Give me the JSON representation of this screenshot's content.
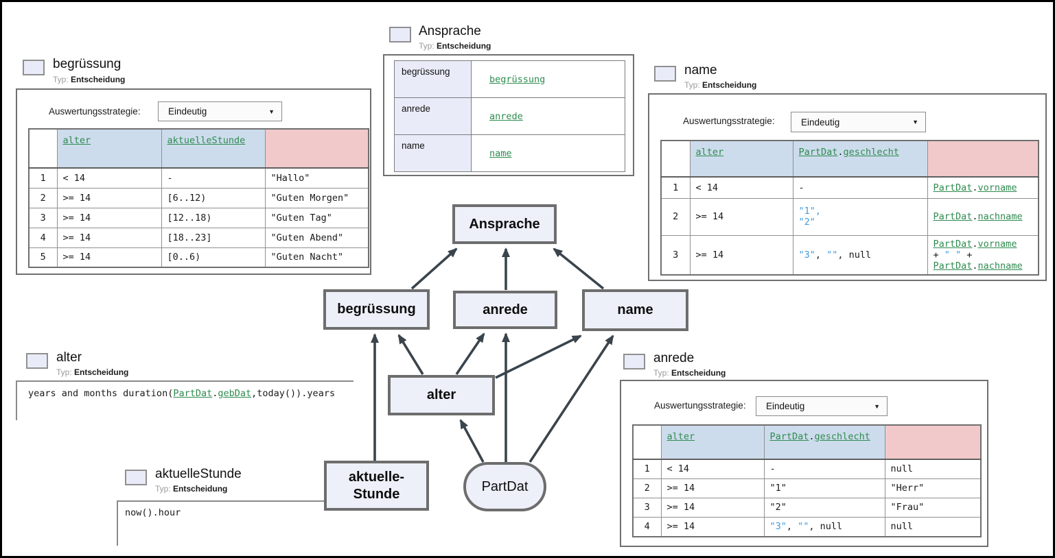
{
  "colors": {
    "header_input_blue": "#cddcec",
    "header_output_pink": "#f1c9ca",
    "link_green": "#2e8b4f",
    "string_blue": "#3f9be0",
    "node_fill": "#edf0f9",
    "node_border": "#6d6d6d",
    "arrow": "#3a444c"
  },
  "begruessung_panel": {
    "title": "begrüssung",
    "typ_label": "Typ:",
    "typ_value": "Entscheidung",
    "strategy_label": "Auswertungsstrategie:",
    "strategy_value": "Eindeutig",
    "dropdown_arrow": "▼",
    "col_alter": "alter",
    "col_stunde": "aktuelleStunde",
    "rows": [
      {
        "num": "1",
        "alter": "< 14",
        "stunde": "-",
        "out": "\"Hallo\""
      },
      {
        "num": "2",
        "alter": ">= 14",
        "stunde": "[6..12)",
        "out": "\"Guten Morgen\""
      },
      {
        "num": "3",
        "alter": ">= 14",
        "stunde": "[12..18)",
        "out": "\"Guten Tag\""
      },
      {
        "num": "4",
        "alter": ">= 14",
        "stunde": "[18..23]",
        "out": "\"Guten Abend\""
      },
      {
        "num": "5",
        "alter": ">= 14",
        "stunde": "[0..6)",
        "out": "\"Guten Nacht\""
      }
    ]
  },
  "ansprache_panel": {
    "title": "Ansprache",
    "typ_label": "Typ:",
    "typ_value": "Entscheidung",
    "rows": [
      {
        "label": "begrüssung",
        "link": "begrüssung"
      },
      {
        "label": "anrede",
        "link": "anrede"
      },
      {
        "label": "name",
        "link": "name"
      }
    ]
  },
  "name_panel": {
    "title": "name",
    "typ_label": "Typ:",
    "typ_value": "Entscheidung",
    "strategy_label": "Auswertungsstrategie:",
    "strategy_value": "Eindeutig",
    "dropdown_arrow": "▼",
    "col_alter": "alter",
    "col_g_part": "PartDat",
    "col_g_dot": ".",
    "col_g_field": "geschlecht",
    "rows": [
      {
        "num": "1",
        "alter": "< 14",
        "g_plain": "-",
        "out_part": "PartDat",
        "out_dot": ".",
        "out_field": "vorname"
      },
      {
        "num": "2",
        "alter": ">= 14",
        "g_line1": "\"1\",",
        "g_line2": "\"2\"",
        "out_part": "PartDat",
        "out_dot": ".",
        "out_field": "nachname"
      },
      {
        "num": "3",
        "alter": ">= 14",
        "g_s1": "\"3\"",
        "g_sep1": ", ",
        "g_s2": "\"\"",
        "g_sep2": ", null",
        "out_l1_part": "PartDat",
        "out_l1_dot": ".",
        "out_l1_field": "vorname",
        "out_op1": "+ ",
        "out_str": "\" \"",
        "out_op2": " +",
        "out_l2_part": "PartDat",
        "out_l2_dot": ".",
        "out_l2_field": "nachname"
      }
    ]
  },
  "anrede_panel": {
    "title": "anrede",
    "typ_label": "Typ:",
    "typ_value": "Entscheidung",
    "strategy_label": "Auswertungsstrategie:",
    "strategy_value": "Eindeutig",
    "dropdown_arrow": "▼",
    "col_alter": "alter",
    "col_g_part": "PartDat",
    "col_g_dot": ".",
    "col_g_field": "geschlecht",
    "rows": [
      {
        "num": "1",
        "alter": "< 14",
        "g_plain": "-",
        "out_plain": "null"
      },
      {
        "num": "2",
        "alter": ">= 14",
        "g_str": "\"1\"",
        "out_str": "\"Herr\""
      },
      {
        "num": "3",
        "alter": ">= 14",
        "g_str": "\"2\"",
        "out_str": "\"Frau\""
      },
      {
        "num": "4",
        "alter": ">= 14",
        "g_s1": "\"3\"",
        "g_sep1": ", ",
        "g_s2": "\"\"",
        "g_sep2": ", null",
        "out_plain": "null"
      }
    ]
  },
  "alter_panel": {
    "title": "alter",
    "typ_label": "Typ:",
    "typ_value": "Entscheidung",
    "expr_pre": "years and months duration(",
    "expr_link1": "PartDat",
    "expr_dot": ".",
    "expr_link2": "gebDat",
    "expr_post": ",today()).years"
  },
  "stunde_panel": {
    "title": "aktuelleStunde",
    "typ_label": "Typ:",
    "typ_value": "Entscheidung",
    "expr": "now().hour"
  },
  "diagram": {
    "nodes": {
      "ansprache": "Ansprache",
      "begruessung": "begrüssung",
      "anrede": "anrede",
      "name": "name",
      "alter": "alter",
      "stunde_line1": "aktuelle-",
      "stunde_line2": "Stunde",
      "partdat": "PartDat"
    }
  }
}
